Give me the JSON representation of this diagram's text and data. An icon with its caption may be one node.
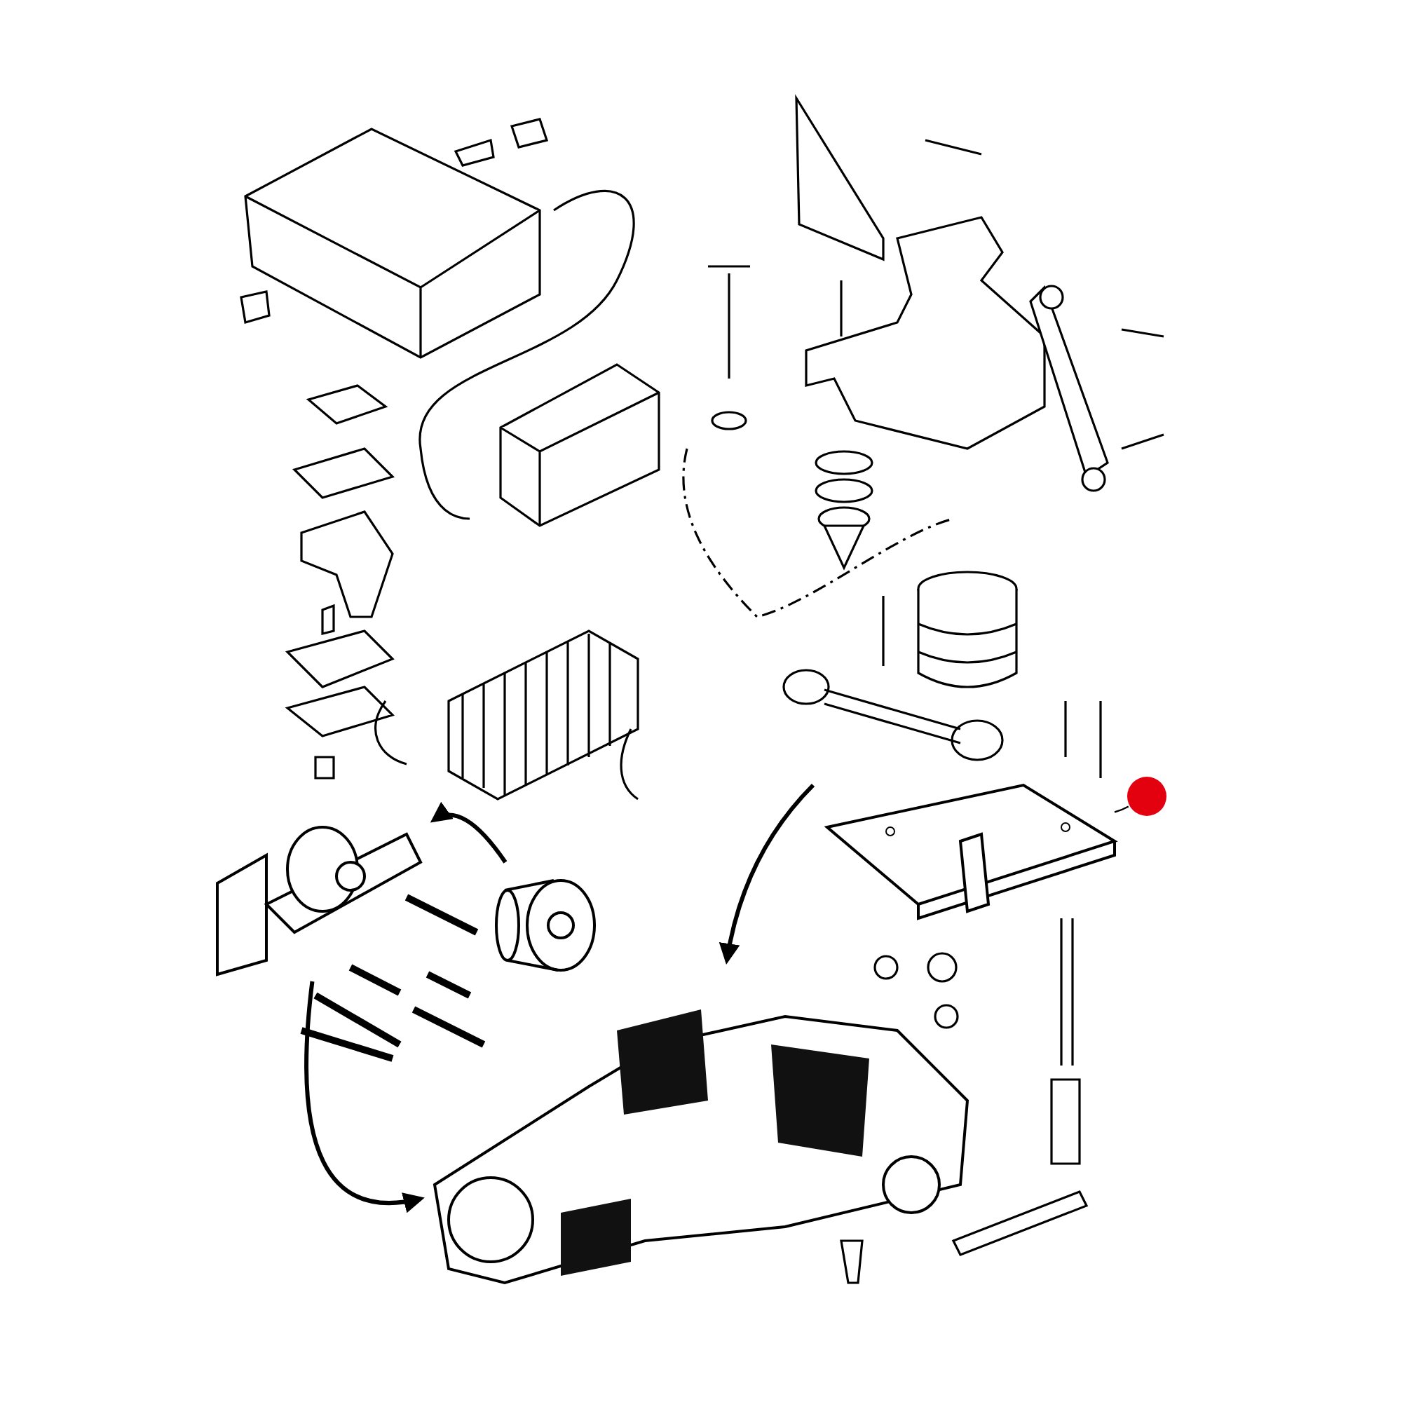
{
  "diagram": {
    "nodes": [
      {
        "text": [],
        "shape": "picture"
      },
      {
        "text": [],
        "shape": "picture"
      },
      {
        "text": [],
        "shape": "picture"
      },
      {
        "text": [],
        "shape": "circle"
      },
      {
        "text": [],
        "shape": "picture"
      }
    ],
    "edges": [
      {
        "from": 0,
        "to": 1,
        "arrow": "to"
      },
      {
        "from": 1,
        "to": 2,
        "arrow": "to"
      },
      {
        "from": null,
        "to": 2,
        "arrow": "to"
      },
      {
        "from": 3,
        "to": 4,
        "arrow": "none"
      }
    ]
  }
}
